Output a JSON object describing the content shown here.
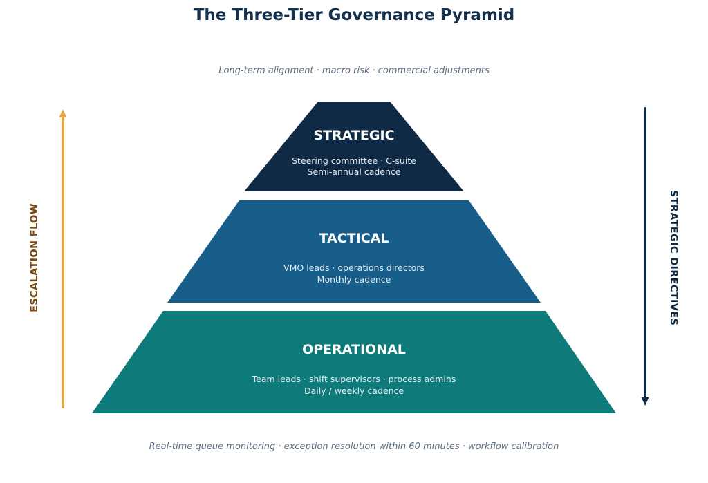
{
  "title": "The Three-Tier Governance Pyramid",
  "top_note": "Long-term alignment · macro risk · commercial adjustments",
  "bottom_note": "Real-time queue monitoring · exception resolution within 60 minutes · workflow calibration",
  "tiers": [
    {
      "name": "STRATEGIC",
      "line1": "Steering committee · C-suite",
      "line2": "Semi-annual cadence",
      "color": "#0f2a44"
    },
    {
      "name": "TACTICAL",
      "line1": "VMO leads · operations directors",
      "line2": "Monthly cadence",
      "color": "#175e8a"
    },
    {
      "name": "OPERATIONAL",
      "line1": "Team leads · shift supervisors · process admins",
      "line2": "Daily / weekly cadence",
      "color": "#0e7b7a"
    }
  ],
  "left_arrow": {
    "label": "ESCALATION FLOW",
    "color": "#e7a442",
    "label_color": "#7a4a10"
  },
  "right_arrow": {
    "label": "STRATEGIC DIRECTIVES",
    "color": "#0f2a44",
    "label_color": "#0f2a44"
  },
  "colors": {
    "title": "#13304d",
    "note": "#5b6b7f",
    "tier_text": "#ffffff",
    "tier_subtext": "#e3ebf3"
  }
}
